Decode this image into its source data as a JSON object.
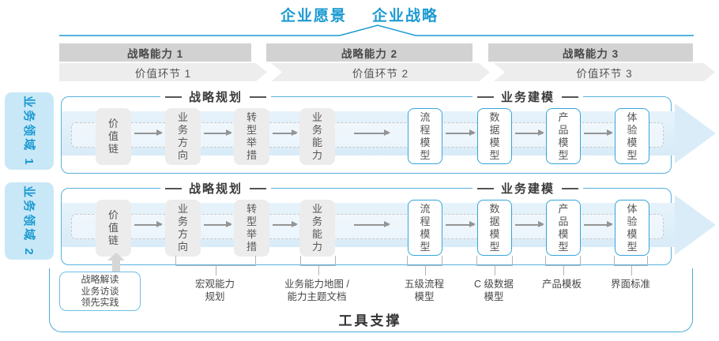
{
  "title": {
    "vision": "企业愿景",
    "strategy": "企业战略"
  },
  "capability_bars": [
    {
      "label": "战略能力 1"
    },
    {
      "label": "战略能力 2"
    },
    {
      "label": "战略能力 3"
    }
  ],
  "value_chain": [
    {
      "label": "价值环节 1"
    },
    {
      "label": "价值环节 2"
    },
    {
      "label": "价值环节 3"
    }
  ],
  "domains": [
    {
      "label": "业务领域 1"
    },
    {
      "label": "业务领域 2"
    }
  ],
  "rows": [
    {
      "planning_title": "战略规划",
      "modeling_title": "业务建模",
      "planning_boxes": [
        "价值链",
        "业务方向",
        "转型举措",
        "业务能力"
      ],
      "modeling_boxes": [
        "流程模型",
        "数据模型",
        "产品模型",
        "体验模型"
      ]
    },
    {
      "planning_title": "战略规划",
      "modeling_title": "业务建模",
      "planning_boxes": [
        "价值链",
        "业务方向",
        "转型举措",
        "业务能力"
      ],
      "modeling_boxes": [
        "流程模型",
        "数据模型",
        "产品模型",
        "体验模型"
      ]
    }
  ],
  "annotations": {
    "practice_box": {
      "text": "战略解读\n业务访谈\n领先实践"
    },
    "labels": [
      {
        "text": "宏观能力\n规划"
      },
      {
        "text": "业务能力地图 /\n能力主题文档"
      },
      {
        "text": "五级流程\n模型"
      },
      {
        "text": "C 级数据\n模型"
      },
      {
        "text": "产品模板"
      },
      {
        "text": "界面标准"
      }
    ]
  },
  "footer": {
    "label": "工具支撑"
  },
  "colors": {
    "accent": "#1b9ad2",
    "container_border": "#56b2dd",
    "box_border": "#35a5da",
    "band": "#dcedf8",
    "bar_bg": "#d2d2d2",
    "chevron_bg": "#ededed",
    "box_bg": "#ececec",
    "domain_bg": "#c9e8f7"
  }
}
